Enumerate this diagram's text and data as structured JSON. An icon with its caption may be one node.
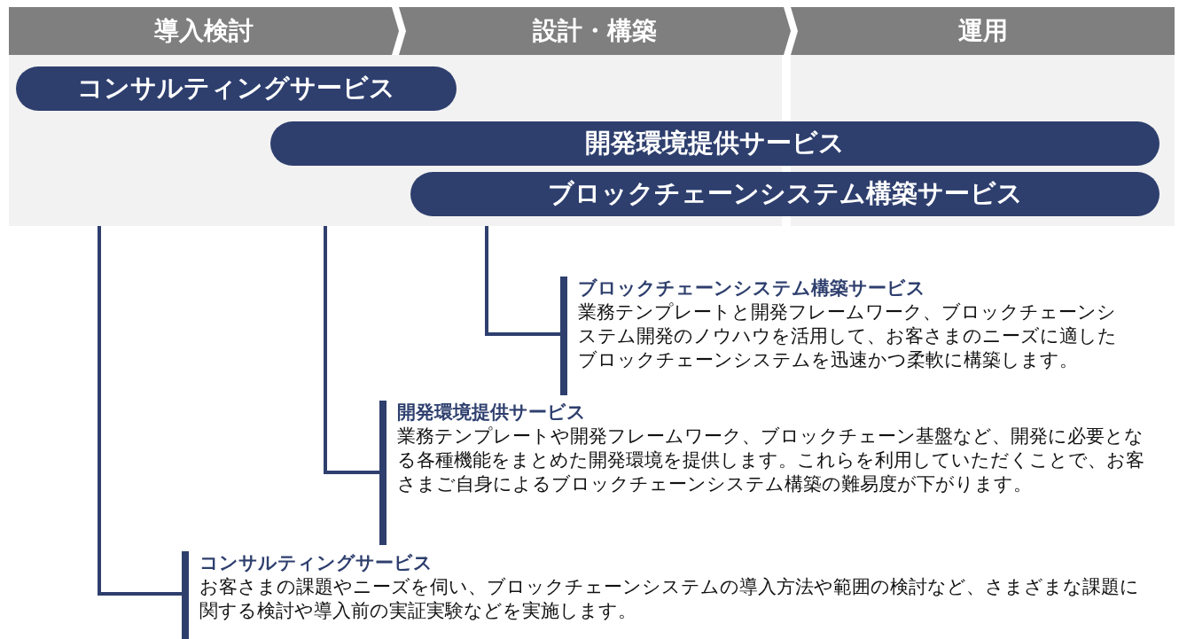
{
  "diagram": {
    "nodes": [
      {
        "text": [
          "導入検討"
        ]
      },
      {
        "text": [
          "設計・構築"
        ]
      },
      {
        "text": [
          "運用"
        ]
      },
      {
        "text": [
          "コンサルティングサービス"
        ]
      },
      {
        "text": [
          "開発環境提供サービス"
        ]
      },
      {
        "text": [
          "ブロックチェーンシステム構築サービス"
        ]
      },
      {
        "text": [
          "ブロックチェーンシステム構築サービス",
          "業務テンプレートと開発フレームワーク、ブロックチェーンシステム開発のノウハウを活用して、お客さまのニーズに適したブロックチェーンシステムを迅速かつ柔軟に構築します。"
        ]
      },
      {
        "text": [
          "開発環境提供サービス",
          "業務テンプレートや開発フレームワーク、ブロックチェーン基盤など、開発に必要となる各種機能をまとめた開発環境を提供します。これらを利用していただくことで、お客さまご自身によるブロックチェーンシステム構築の難易度が下がります。"
        ]
      },
      {
        "text": [
          "コンサルティングサービス",
          "お客さまの課題やニーズを伺い、ブロックチェーンシステムの導入方法や範囲の検討など、さまざまな課題に関する検討や導入前の実証実験などを実施します。"
        ]
      }
    ],
    "edges": [
      {
        "from": 5,
        "to": 6,
        "arrow": "none"
      },
      {
        "from": 4,
        "to": 7,
        "arrow": "none"
      },
      {
        "from": 3,
        "to": 8,
        "arrow": "none"
      }
    ]
  }
}
